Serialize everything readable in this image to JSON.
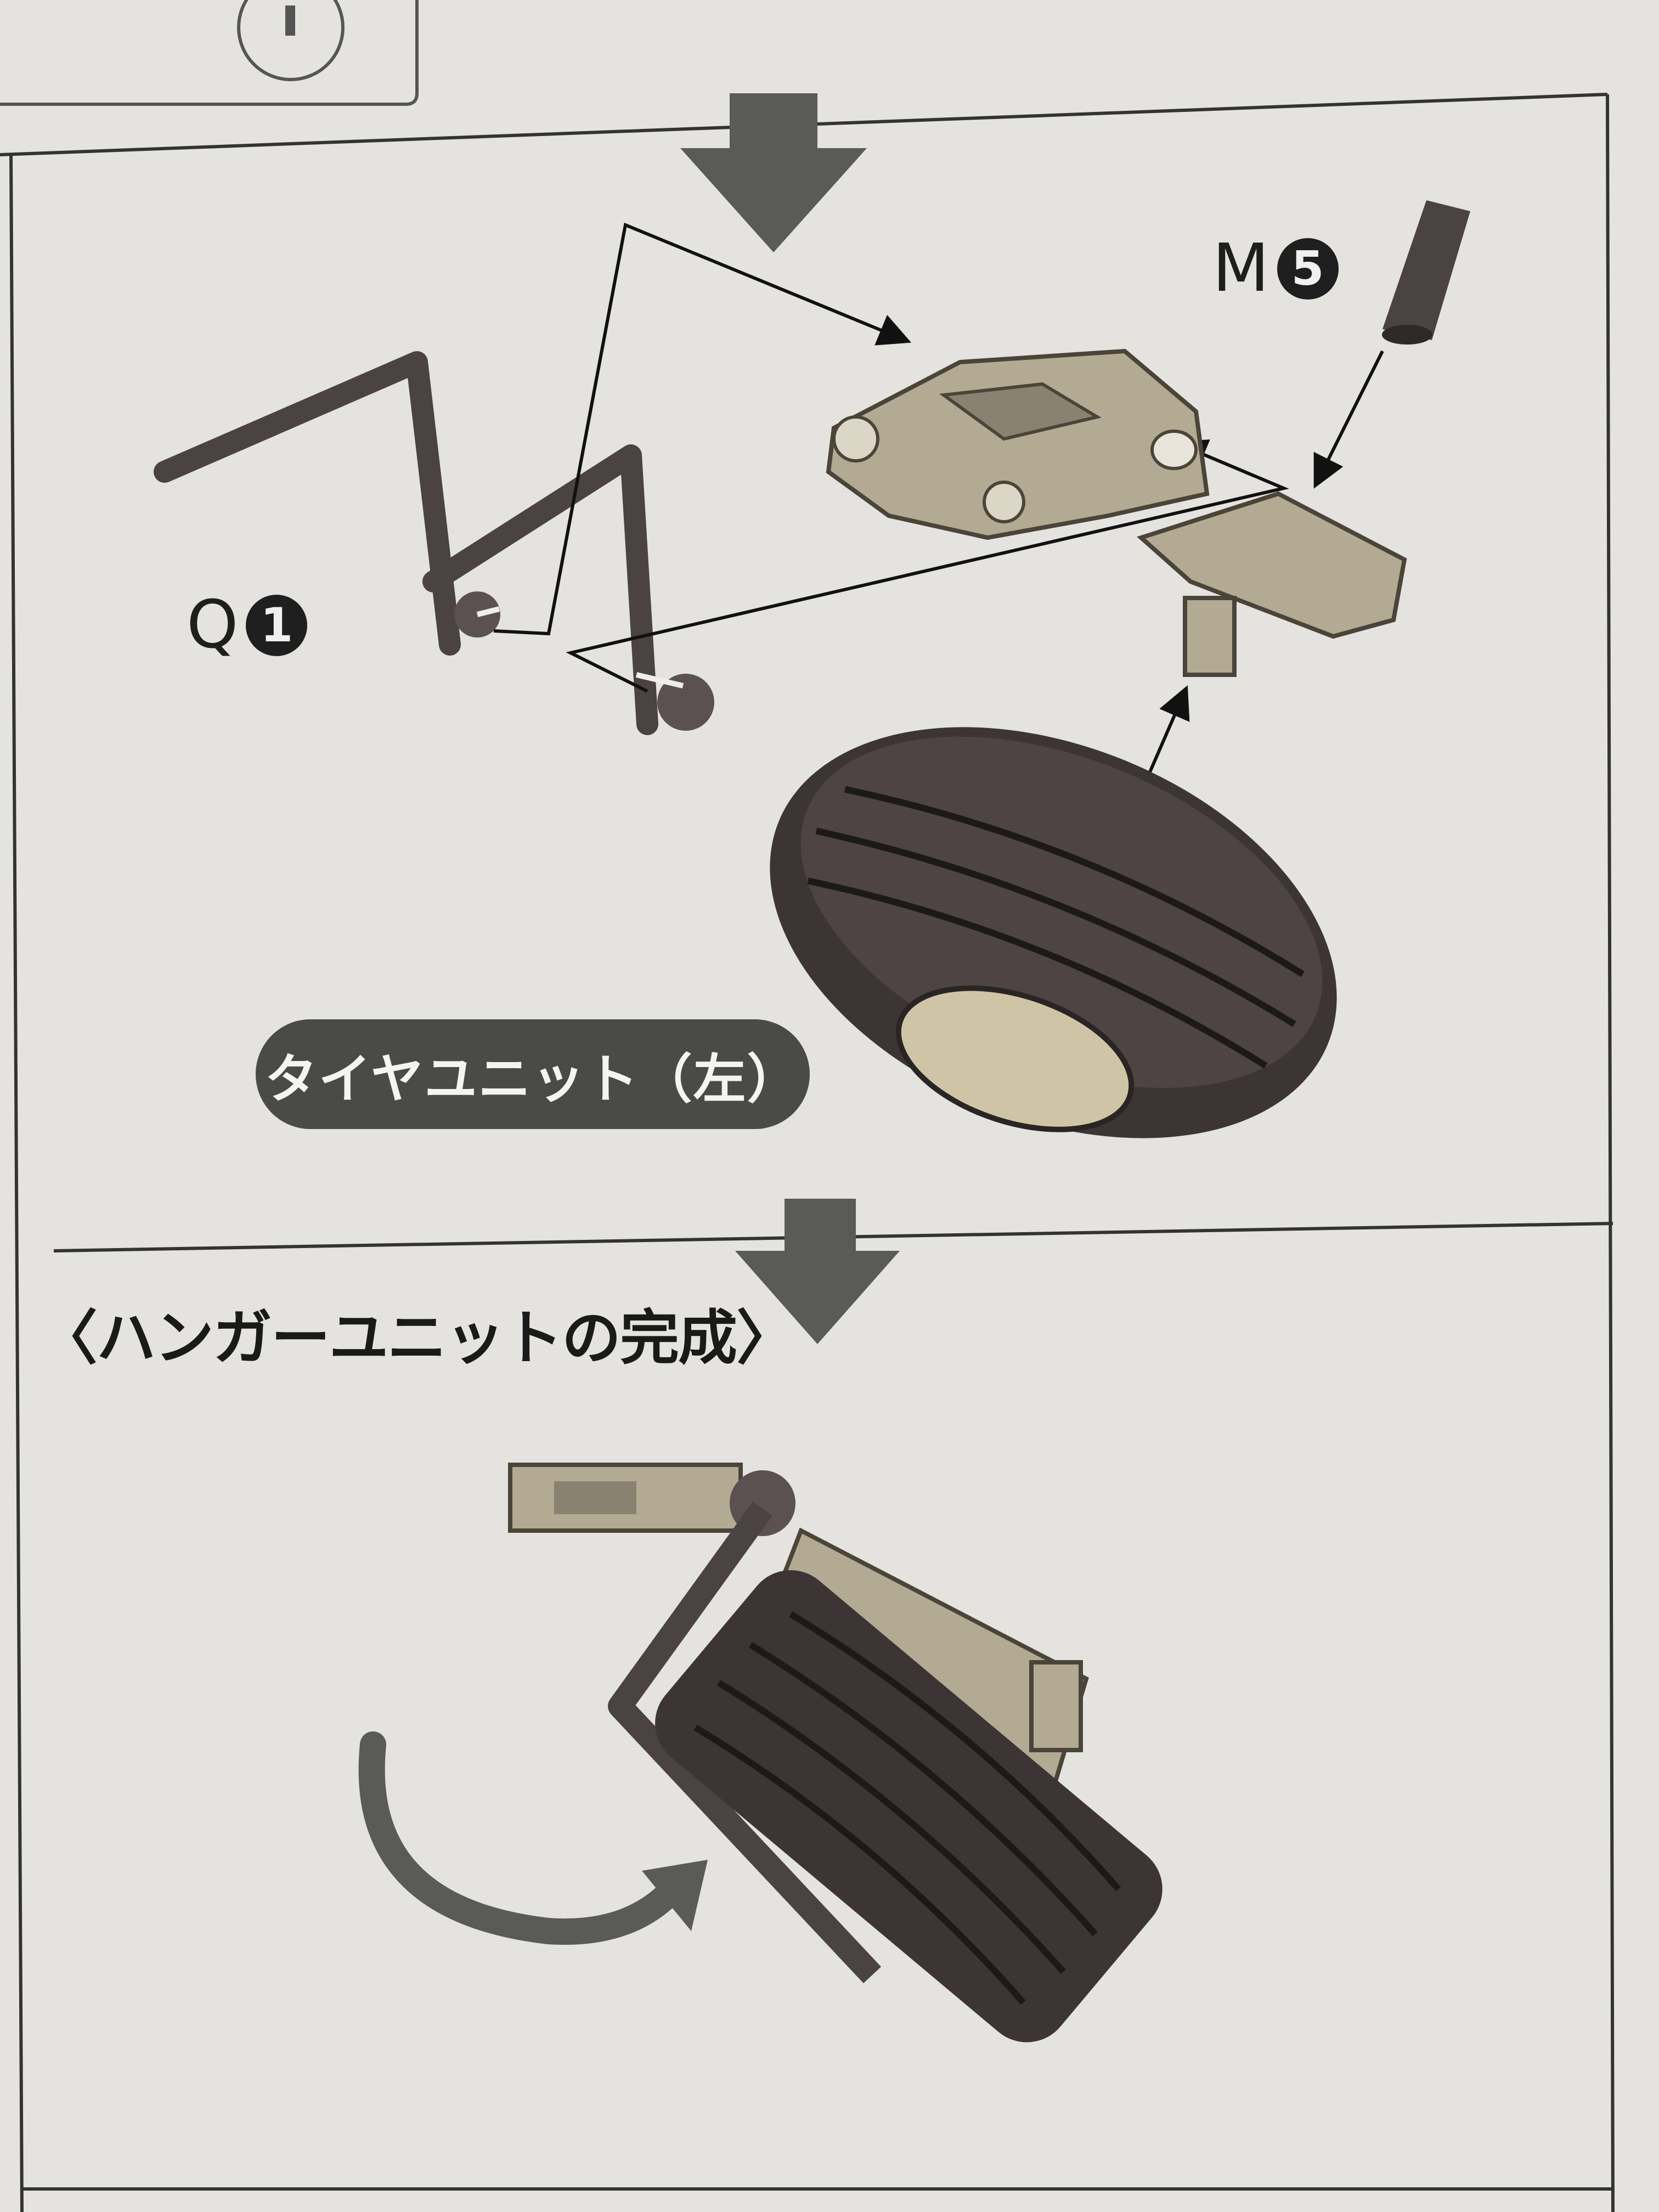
{
  "parts": {
    "q": {
      "letter": "Q",
      "number": "1"
    },
    "m": {
      "letter": "M",
      "number": "5"
    }
  },
  "unit_label": "タイヤユニット（左）",
  "section_title": "〈ハンガーユニットの完成〉",
  "colors": {
    "paper": "#e4e3df",
    "dark_part": "#4a4342",
    "beige_part": "#b3aa94",
    "tire": "#3d3535",
    "arrow": "#5a5a58",
    "pill": "#4a4a48"
  }
}
